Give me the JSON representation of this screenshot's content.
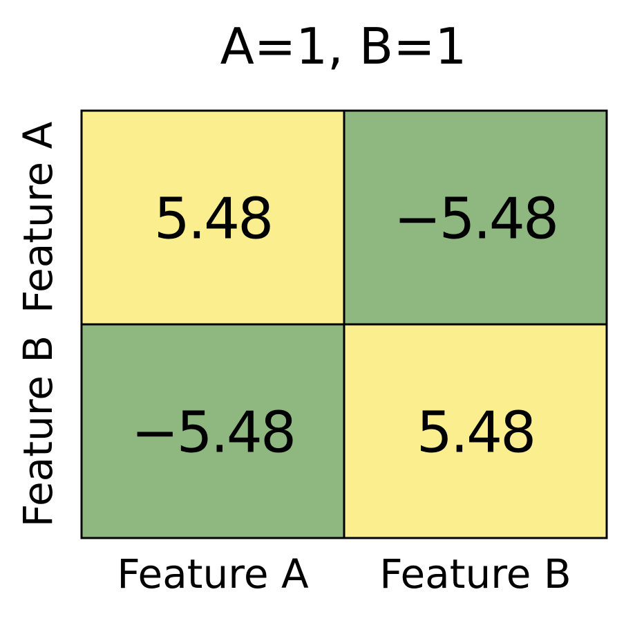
{
  "chart_data": {
    "type": "heatmap",
    "title": "A=1, B=1",
    "x_categories": [
      "Feature A",
      "Feature B"
    ],
    "y_categories": [
      "Feature A",
      "Feature B"
    ],
    "values": [
      [
        5.48,
        -5.48
      ],
      [
        -5.48,
        5.48
      ]
    ],
    "value_labels": [
      [
        "5.48",
        "−5.48"
      ],
      [
        "−5.48",
        "5.48"
      ]
    ],
    "colors": {
      "positive": "#fbee8e",
      "negative": "#8fb881",
      "border": "#000000"
    },
    "grid": true,
    "legend": "none"
  }
}
